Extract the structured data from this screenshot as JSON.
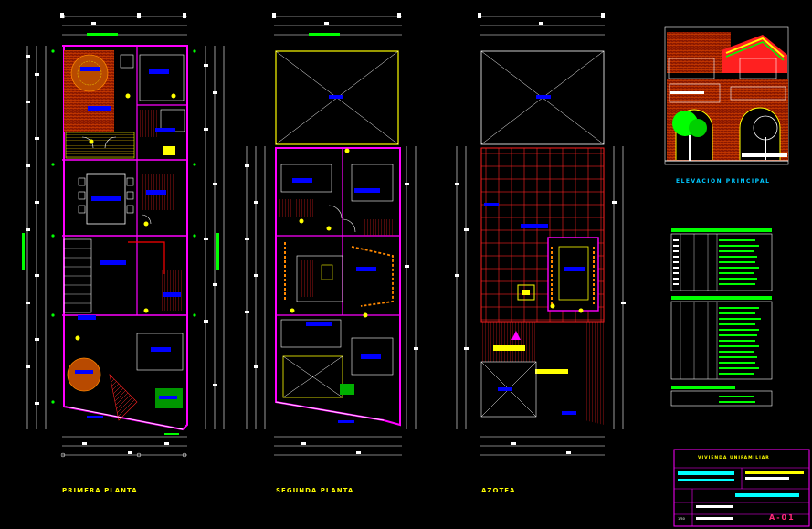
{
  "labels": {
    "primera_planta": "PRIMERA PLANTA",
    "segunda_planta": "SEGUNDA PLANTA",
    "azotea": "AZOTEA",
    "elevacion": "ELEVACION PRINCIPAL",
    "sheet": "A-01",
    "tb_title": "VIVIENDA UNIFAMILIAR",
    "tb_scale": "1/50"
  },
  "colors": {
    "wall": "#ff00ff",
    "yellow": "#ffff00",
    "red": "#ff0000",
    "white": "#ffffff",
    "green": "#00ff00",
    "cyan": "#00ffff",
    "blue": "#0000ff",
    "brown": "#c86400"
  }
}
